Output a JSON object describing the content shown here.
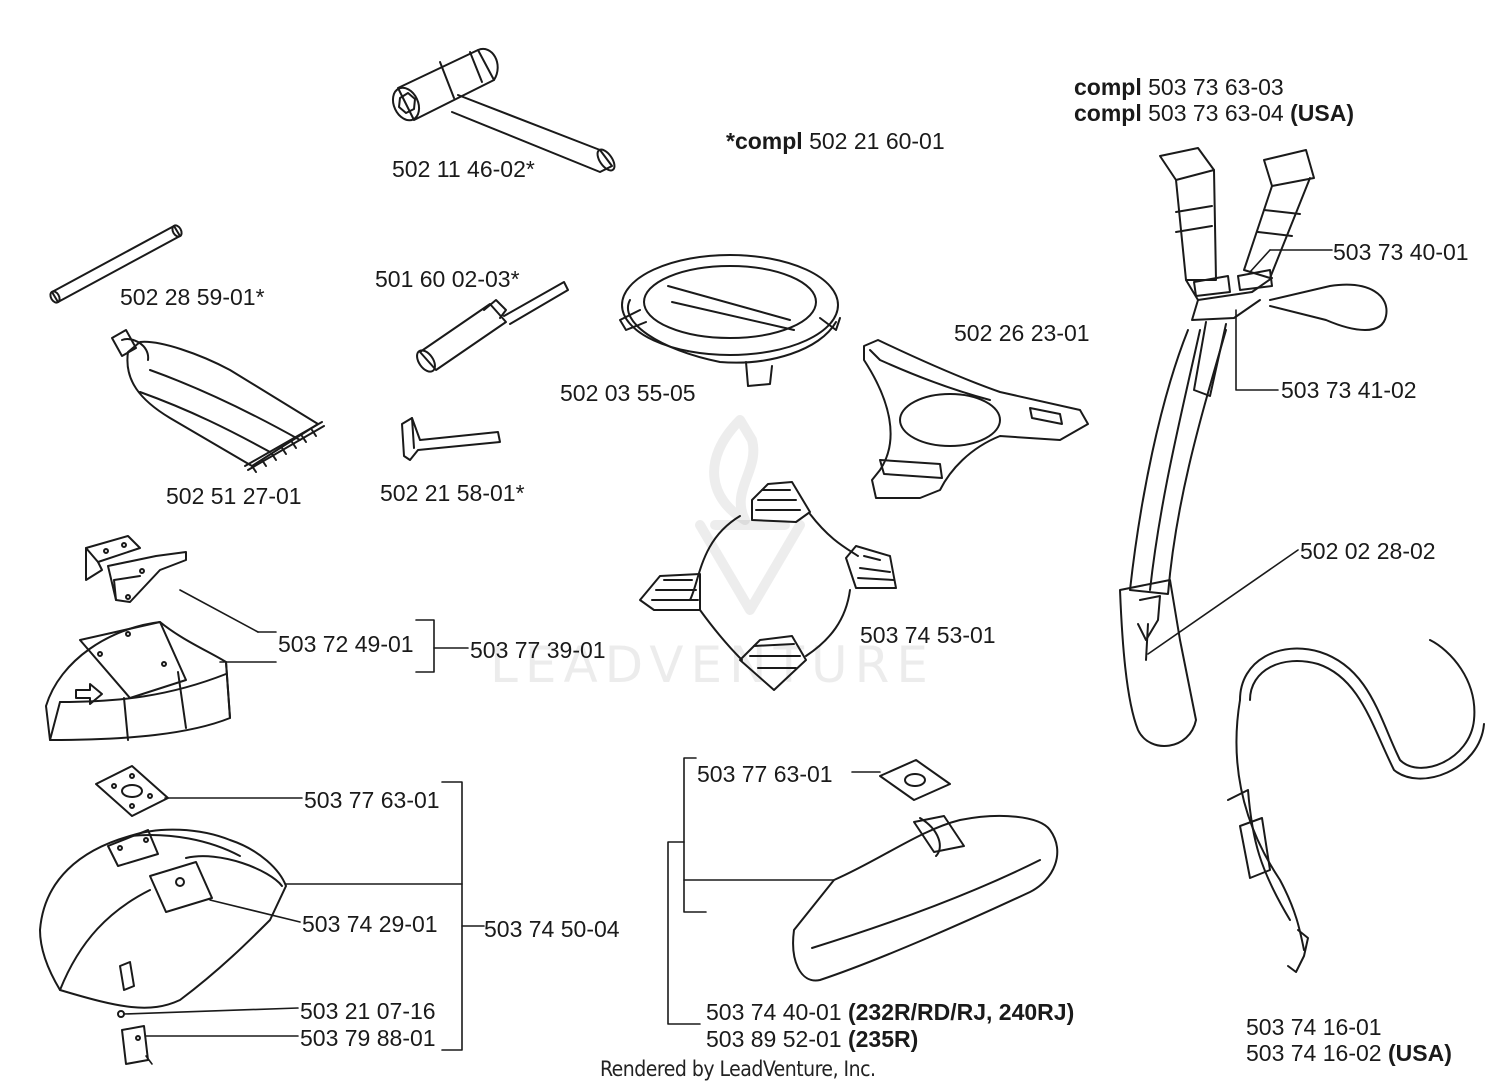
{
  "labels": {
    "p_5021146": "502 11 46-02*",
    "p_compl_head": "*compl",
    "p_compl_num": "502 21 60-01",
    "p_harness_compl1_word": "compl",
    "p_harness_compl1_num": "503 73 63-03",
    "p_harness_compl2_word": "compl",
    "p_harness_compl2_num": "503 73 63-04",
    "p_harness_compl2_suffix": "(USA)",
    "p_5022859": "502 28 59-01*",
    "p_5016002": "501 60 02-03*",
    "p_5037340": "503 73 40-01",
    "p_5022623": "502 26 23-01",
    "p_5020355": "502 03 55-05",
    "p_5037341": "503 73 41-02",
    "p_5025127": "502 51 27-01",
    "p_5022158": "502 21 58-01*",
    "p_5020228": "502 02 28-02",
    "p_5037249": "503 72 49-01",
    "p_5037739": "503 77 39-01",
    "p_5037453": "503 74 53-01",
    "p_5037763_a": "503 77 63-01",
    "p_5037763_b": "503 77 63-01",
    "p_5037429": "503 74 29-01",
    "p_5037450": "503 74 50-04",
    "p_5032107": "503 21 07-16",
    "p_5037988": "503 79 88-01",
    "p_5037440_num": "503 74 40-01",
    "p_5037440_suffix": "(232R/RD/RJ, 240RJ)",
    "p_5038952_num": "503 89 52-01",
    "p_5038952_suffix": "(235R)",
    "p_5037416_1": "503 74 16-01",
    "p_5037416_2_num": "503 74 16-02",
    "p_5037416_2_suffix": "(USA)"
  },
  "footer": "Rendered by LeadVenture, Inc.",
  "watermark": "LEADVENTURE",
  "colors": {
    "ink": "#1a1a1a",
    "background": "#ffffff"
  }
}
